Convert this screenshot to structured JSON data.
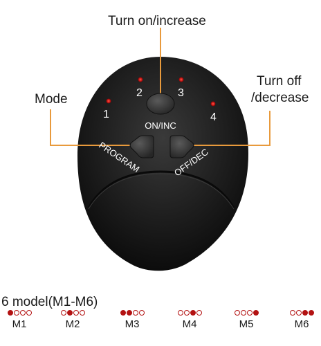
{
  "callouts": {
    "top": "Turn on/increase",
    "mode": "Mode",
    "right_line1": "Turn off",
    "right_line2": "/decrease"
  },
  "device": {
    "leds": [
      "1",
      "2",
      "3",
      "4"
    ],
    "center_button_label": "ON/INC",
    "left_button_label": "PROGRAM",
    "right_button_label": "OFF/DEC"
  },
  "modes": {
    "title": "6 model(M1-M6)",
    "items": [
      {
        "label": "M1",
        "dots": [
          1,
          0,
          0,
          0
        ]
      },
      {
        "label": "M2",
        "dots": [
          0,
          1,
          0,
          0
        ]
      },
      {
        "label": "M3",
        "dots": [
          1,
          1,
          0,
          0
        ]
      },
      {
        "label": "M4",
        "dots": [
          0,
          0,
          1,
          0
        ]
      },
      {
        "label": "M5",
        "dots": [
          0,
          0,
          0,
          1
        ]
      },
      {
        "label": "M6",
        "dots": [
          0,
          0,
          1,
          1
        ]
      }
    ]
  },
  "colors": {
    "callout_line": "#e89a3c",
    "led": "#d11a1a",
    "device_body": "#1c1c1c"
  }
}
